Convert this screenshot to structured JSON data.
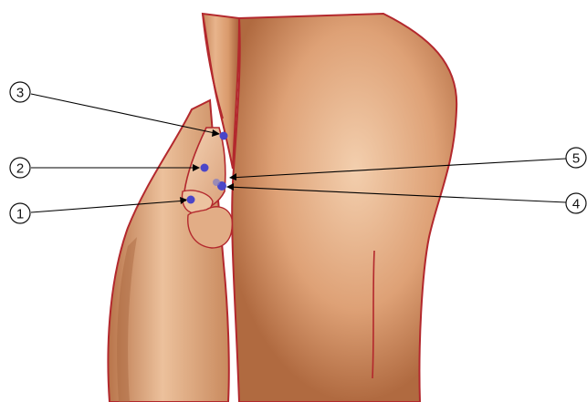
{
  "callouts": [
    {
      "number": "1"
    },
    {
      "number": "2"
    },
    {
      "number": "3"
    },
    {
      "number": "4"
    },
    {
      "number": "5"
    }
  ],
  "colors": {
    "background": "#ffffff",
    "skin_light": "#f2c9a4",
    "skin_mid": "#d99a6c",
    "skin_dark": "#a8603a",
    "outline": "#b3282d",
    "marker": "#4a46c8",
    "leader_line": "#000000"
  }
}
